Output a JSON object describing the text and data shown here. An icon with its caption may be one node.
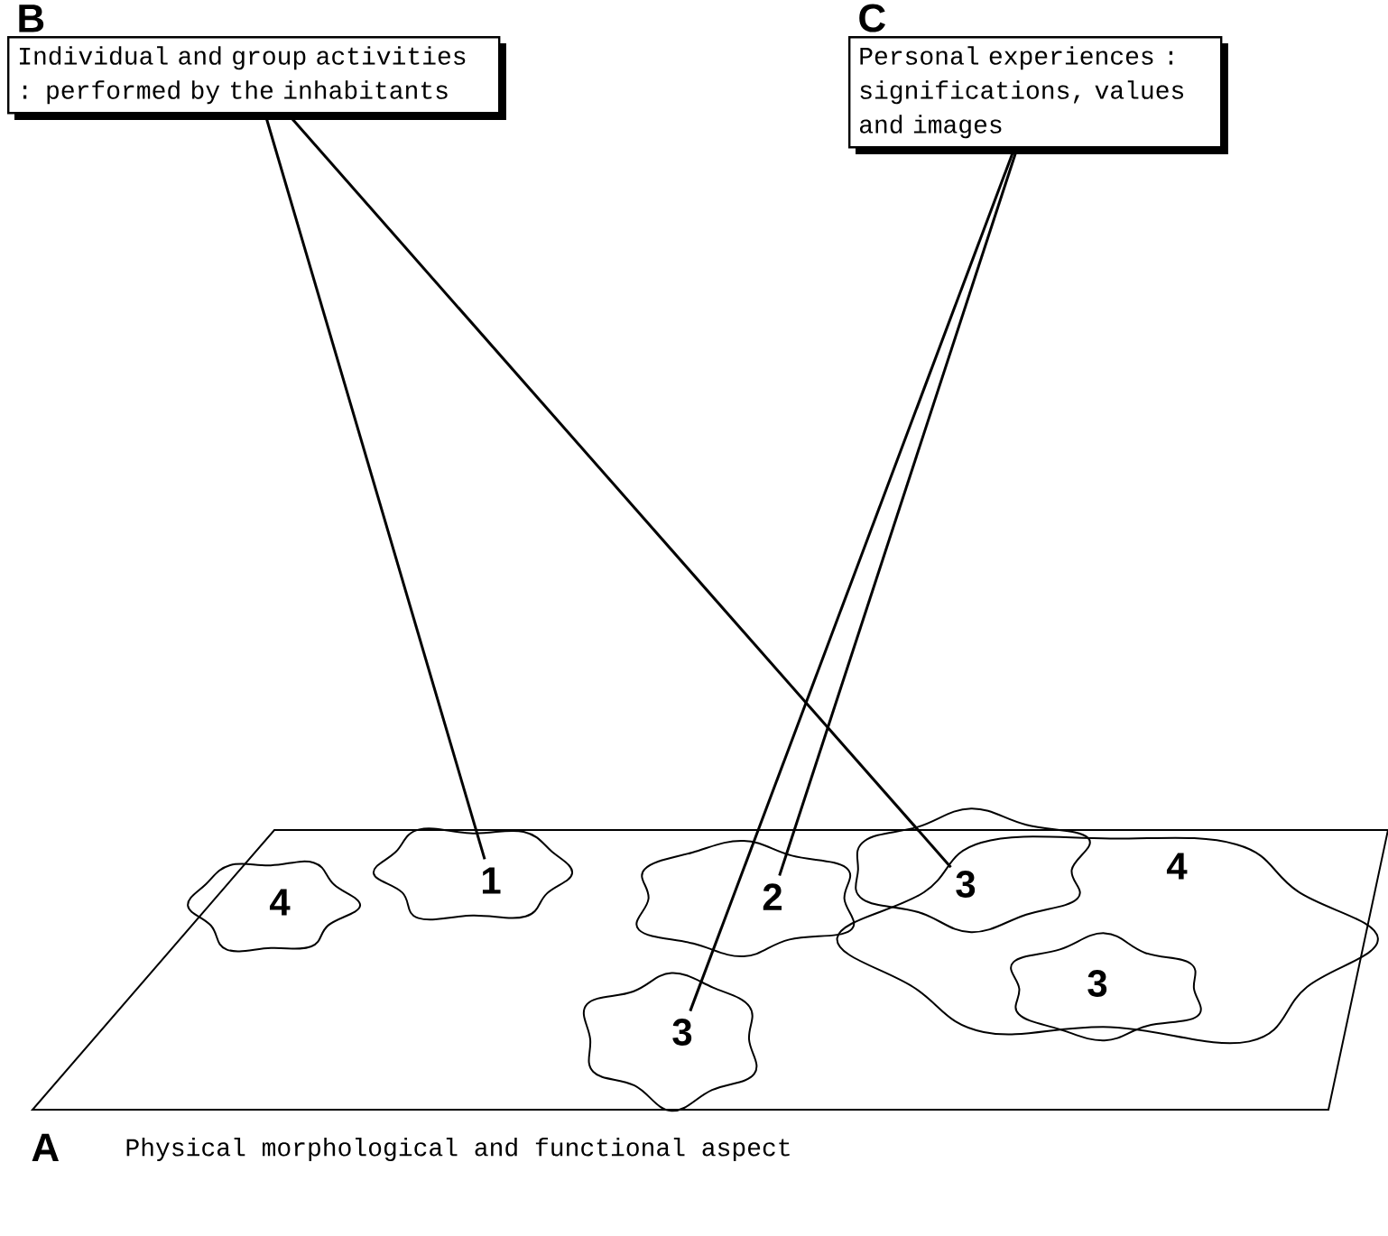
{
  "diagram": {
    "nodes": [
      {
        "text": [
          "B",
          "Individual and group activities : performed by the inhabitants"
        ]
      },
      {
        "text": [
          "C",
          "Personal experiences : significations, values and images"
        ]
      },
      {
        "text": [
          "A",
          "Physical morphological and functional aspect"
        ]
      },
      {
        "text": [
          "1"
        ],
        "in": 2
      },
      {
        "text": [
          "2"
        ],
        "in": 2
      },
      {
        "text": [
          "3"
        ],
        "in": 2
      },
      {
        "text": [
          "4"
        ],
        "in": 2
      },
      {
        "text": [
          "3"
        ],
        "in": 6
      },
      {
        "text": [
          "4"
        ],
        "in": 2
      },
      {
        "text": [
          "3"
        ],
        "in": 2
      }
    ],
    "edges": [
      {
        "from": 0,
        "to": 3,
        "arrow": "none"
      },
      {
        "from": 0,
        "to": 5,
        "arrow": "none"
      },
      {
        "from": 1,
        "to": 4,
        "arrow": "none"
      },
      {
        "from": 1,
        "to": 9,
        "arrow": "none"
      }
    ]
  }
}
